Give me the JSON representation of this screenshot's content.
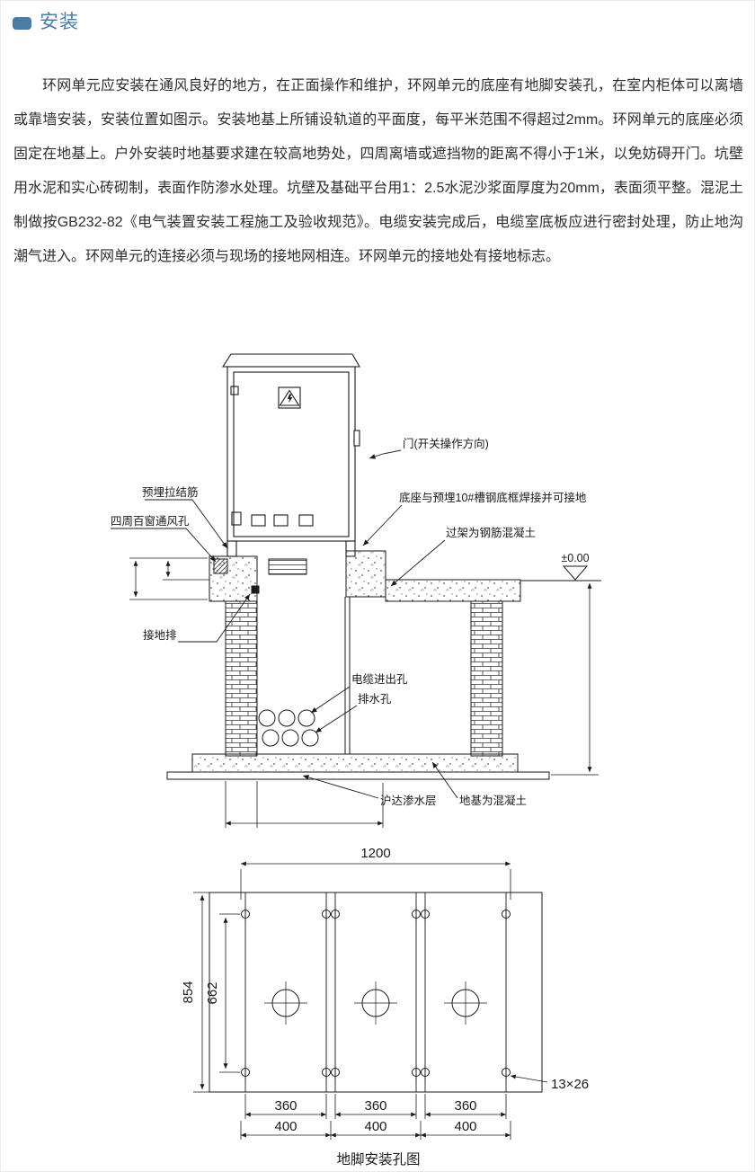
{
  "header": {
    "title": "安装"
  },
  "body": {
    "paragraph": "环网单元应安装在通风良好的地方，在正面操作和维护，环网单元的底座有地脚安装孔，在室内柜体可以离墙或靠墙安装，安装位置如图示。安装地基上所铺设轨道的平面度，每平米范围不得超过2mm。环网单元的底座必须固定在地基上。户外安装时地基要求建在较高地势处，四周离墙或遮挡物的距离不得小于1米，以免妨碍开门。坑壁用水泥和实心砖砌制，表面作防渗水处理。坑壁及基础平台用1：2.5水泥沙浆面厚度为20mm，表面须平整。混泥土制做按GB232-82《电气装置安装工程施工及验收规范》。电缆安装完成后，电缆室底板应进行密封处理，防止地沟潮气进入。环网单元的连接必须与现场的接地网相连。环网单元的接地处有接地标志。"
  },
  "installation_diagram": {
    "labels": {
      "door": "门(开关操作方向)",
      "embedded_tie_bar": "预埋拉结筋",
      "vent_holes": "四周百窗通风孔",
      "base_weld_ground": "底座与预埋10#槽钢底框焊接并可接地",
      "rc_frame": "过架为钢筋混凝土",
      "elevation": "±0.00",
      "ground_bar": "接地排",
      "cable_holes": "电缆进出孔",
      "drain_hole": "排水孔",
      "seepage_layer": "沪达渗水层",
      "concrete_foundation": "地基为混凝土"
    }
  },
  "hole_layout": {
    "width_1200": "1200",
    "height_854": "854",
    "height_662": "662",
    "dims_360": [
      "360",
      "360",
      "360"
    ],
    "dims_400": [
      "400",
      "400",
      "400"
    ],
    "hole_size": "13×26",
    "caption": "地脚安装孔图"
  }
}
